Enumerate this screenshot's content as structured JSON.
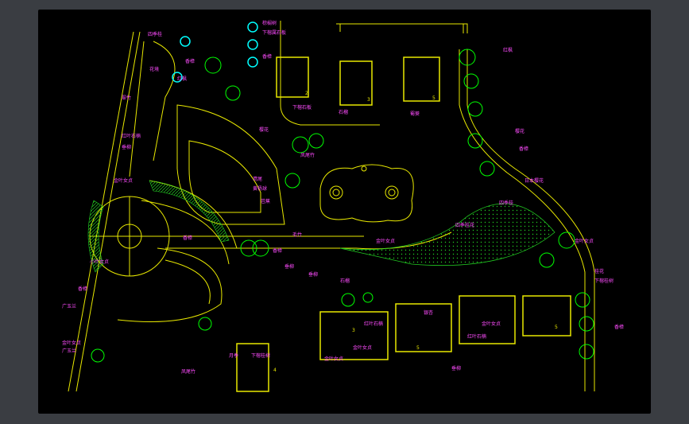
{
  "colors": {
    "background": "#000000",
    "outer_frame": "#3a3d42",
    "building_outline": "#e8e800",
    "tree_fill": "#00ff00",
    "leader_and_label": "#ff4cff",
    "water_feature": "#00ffff",
    "lawn_fill": "#22cc22"
  },
  "labels": [
    {
      "id": "l1",
      "text": "棕榈树"
    },
    {
      "id": "l2",
      "text": "下榕属石板"
    },
    {
      "id": "l3",
      "text": "香樟"
    },
    {
      "id": "l4",
      "text": "四季桂"
    },
    {
      "id": "l5",
      "text": "花境"
    },
    {
      "id": "l6",
      "text": "翠竹"
    },
    {
      "id": "l7",
      "text": "红叶石楠"
    },
    {
      "id": "l8",
      "text": "垂柳"
    },
    {
      "id": "l9",
      "text": "金叶女贞"
    },
    {
      "id": "l10",
      "text": "下榕石板"
    },
    {
      "id": "l11",
      "text": "石榴"
    },
    {
      "id": "l12",
      "text": "蜀葵"
    },
    {
      "id": "l13",
      "text": "樱花"
    },
    {
      "id": "l14",
      "text": "凤尾竹"
    },
    {
      "id": "l15",
      "text": "鸢尾"
    },
    {
      "id": "l16",
      "text": "黄杨球"
    },
    {
      "id": "l17",
      "text": "芭蕉"
    },
    {
      "id": "l18",
      "text": "毛竹"
    },
    {
      "id": "l19",
      "text": "红枫"
    },
    {
      "id": "l20",
      "text": "樱花"
    },
    {
      "id": "l21",
      "text": "香樟"
    },
    {
      "id": "l22",
      "text": "日本樱花"
    },
    {
      "id": "l23",
      "text": "四季桂"
    },
    {
      "id": "l24",
      "text": "四季桂花"
    },
    {
      "id": "l25",
      "text": "金叶女贞"
    },
    {
      "id": "l26",
      "text": "桂花"
    },
    {
      "id": "l27",
      "text": "下榕桂树"
    },
    {
      "id": "l28",
      "text": "金叶女贞"
    },
    {
      "id": "l29",
      "text": "香樟"
    },
    {
      "id": "l30",
      "text": "香樟"
    },
    {
      "id": "l31",
      "text": "垂柳"
    },
    {
      "id": "l32",
      "text": "小叶女贞"
    },
    {
      "id": "l33",
      "text": "香樟"
    },
    {
      "id": "l34",
      "text": "广玉兰"
    },
    {
      "id": "l35",
      "text": "金叶女贞"
    },
    {
      "id": "l36",
      "text": "广玉兰"
    },
    {
      "id": "l37",
      "text": "石榴"
    },
    {
      "id": "l38",
      "text": "垂柳"
    },
    {
      "id": "l39",
      "text": "红叶石楠"
    },
    {
      "id": "l40",
      "text": "金叶女贞"
    },
    {
      "id": "l41",
      "text": "金叶女贞"
    },
    {
      "id": "l42",
      "text": "凤尾竹"
    },
    {
      "id": "l43",
      "text": "下榕桂树"
    },
    {
      "id": "l44",
      "text": "月季"
    },
    {
      "id": "l45",
      "text": "金叶女贞"
    },
    {
      "id": "l46",
      "text": "红叶石楠"
    },
    {
      "id": "l47",
      "text": "香樟"
    },
    {
      "id": "l48",
      "text": "垂柳"
    },
    {
      "id": "l49",
      "text": "银杏"
    },
    {
      "id": "l50",
      "text": "香樟"
    },
    {
      "id": "l51",
      "text": "红枫"
    }
  ],
  "building_numbers": [
    {
      "id": "b1",
      "text": "2"
    },
    {
      "id": "b2",
      "text": "3"
    },
    {
      "id": "b3",
      "text": "5"
    },
    {
      "id": "b4",
      "text": "5"
    },
    {
      "id": "b5",
      "text": "5"
    },
    {
      "id": "b6",
      "text": "4"
    },
    {
      "id": "b7",
      "text": "3"
    }
  ]
}
